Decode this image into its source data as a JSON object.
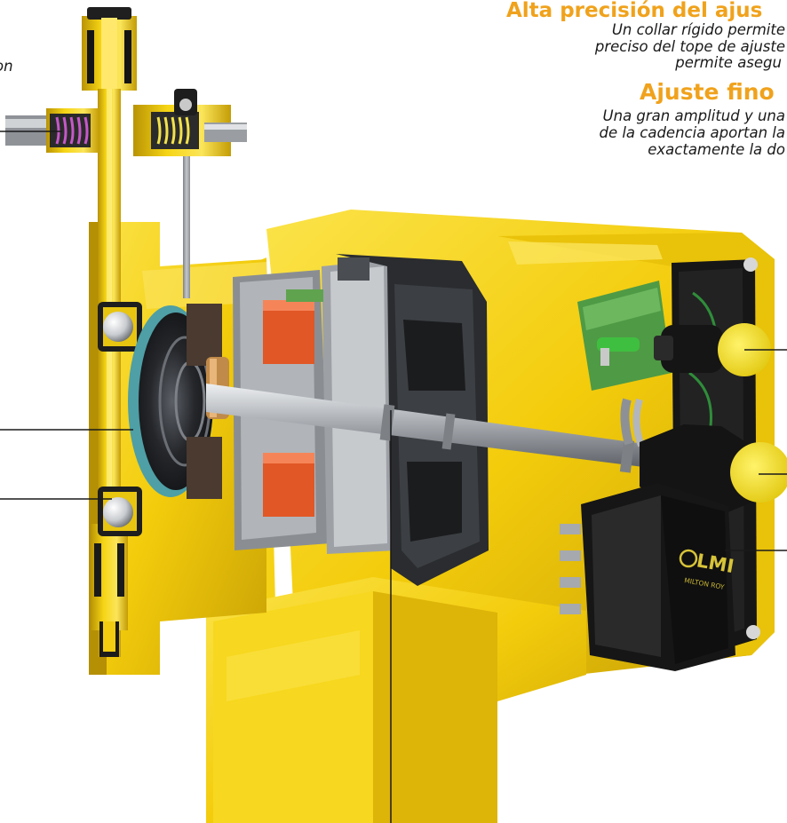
{
  "text_blocks": [
    {
      "heading": "Alta precisión del ajus",
      "lines": [
        "Un collar rígido permite",
        "preciso del tope de ajuste",
        "permite asegu"
      ]
    },
    {
      "heading": "Ajuste fino",
      "lines": [
        "Una gran amplitud y una",
        "de la cadencia aportan la",
        "exactamente la do"
      ]
    }
  ],
  "edge_fragment": "on",
  "logo_text": [
    "LMI",
    "MILTON ROY"
  ],
  "colors": {
    "housing_yellow": "#f5d10e",
    "housing_shadow": "#c7a106",
    "housing_highlight": "#fce85c",
    "coil_orange": "#e45a2a",
    "steel_gray": "#9a9ea3",
    "dark_black": "#1b1b1b",
    "pcb_green": "#4f9a45",
    "knob_yellow": "#f4e01a",
    "heading_orange": "#f0a21c"
  }
}
